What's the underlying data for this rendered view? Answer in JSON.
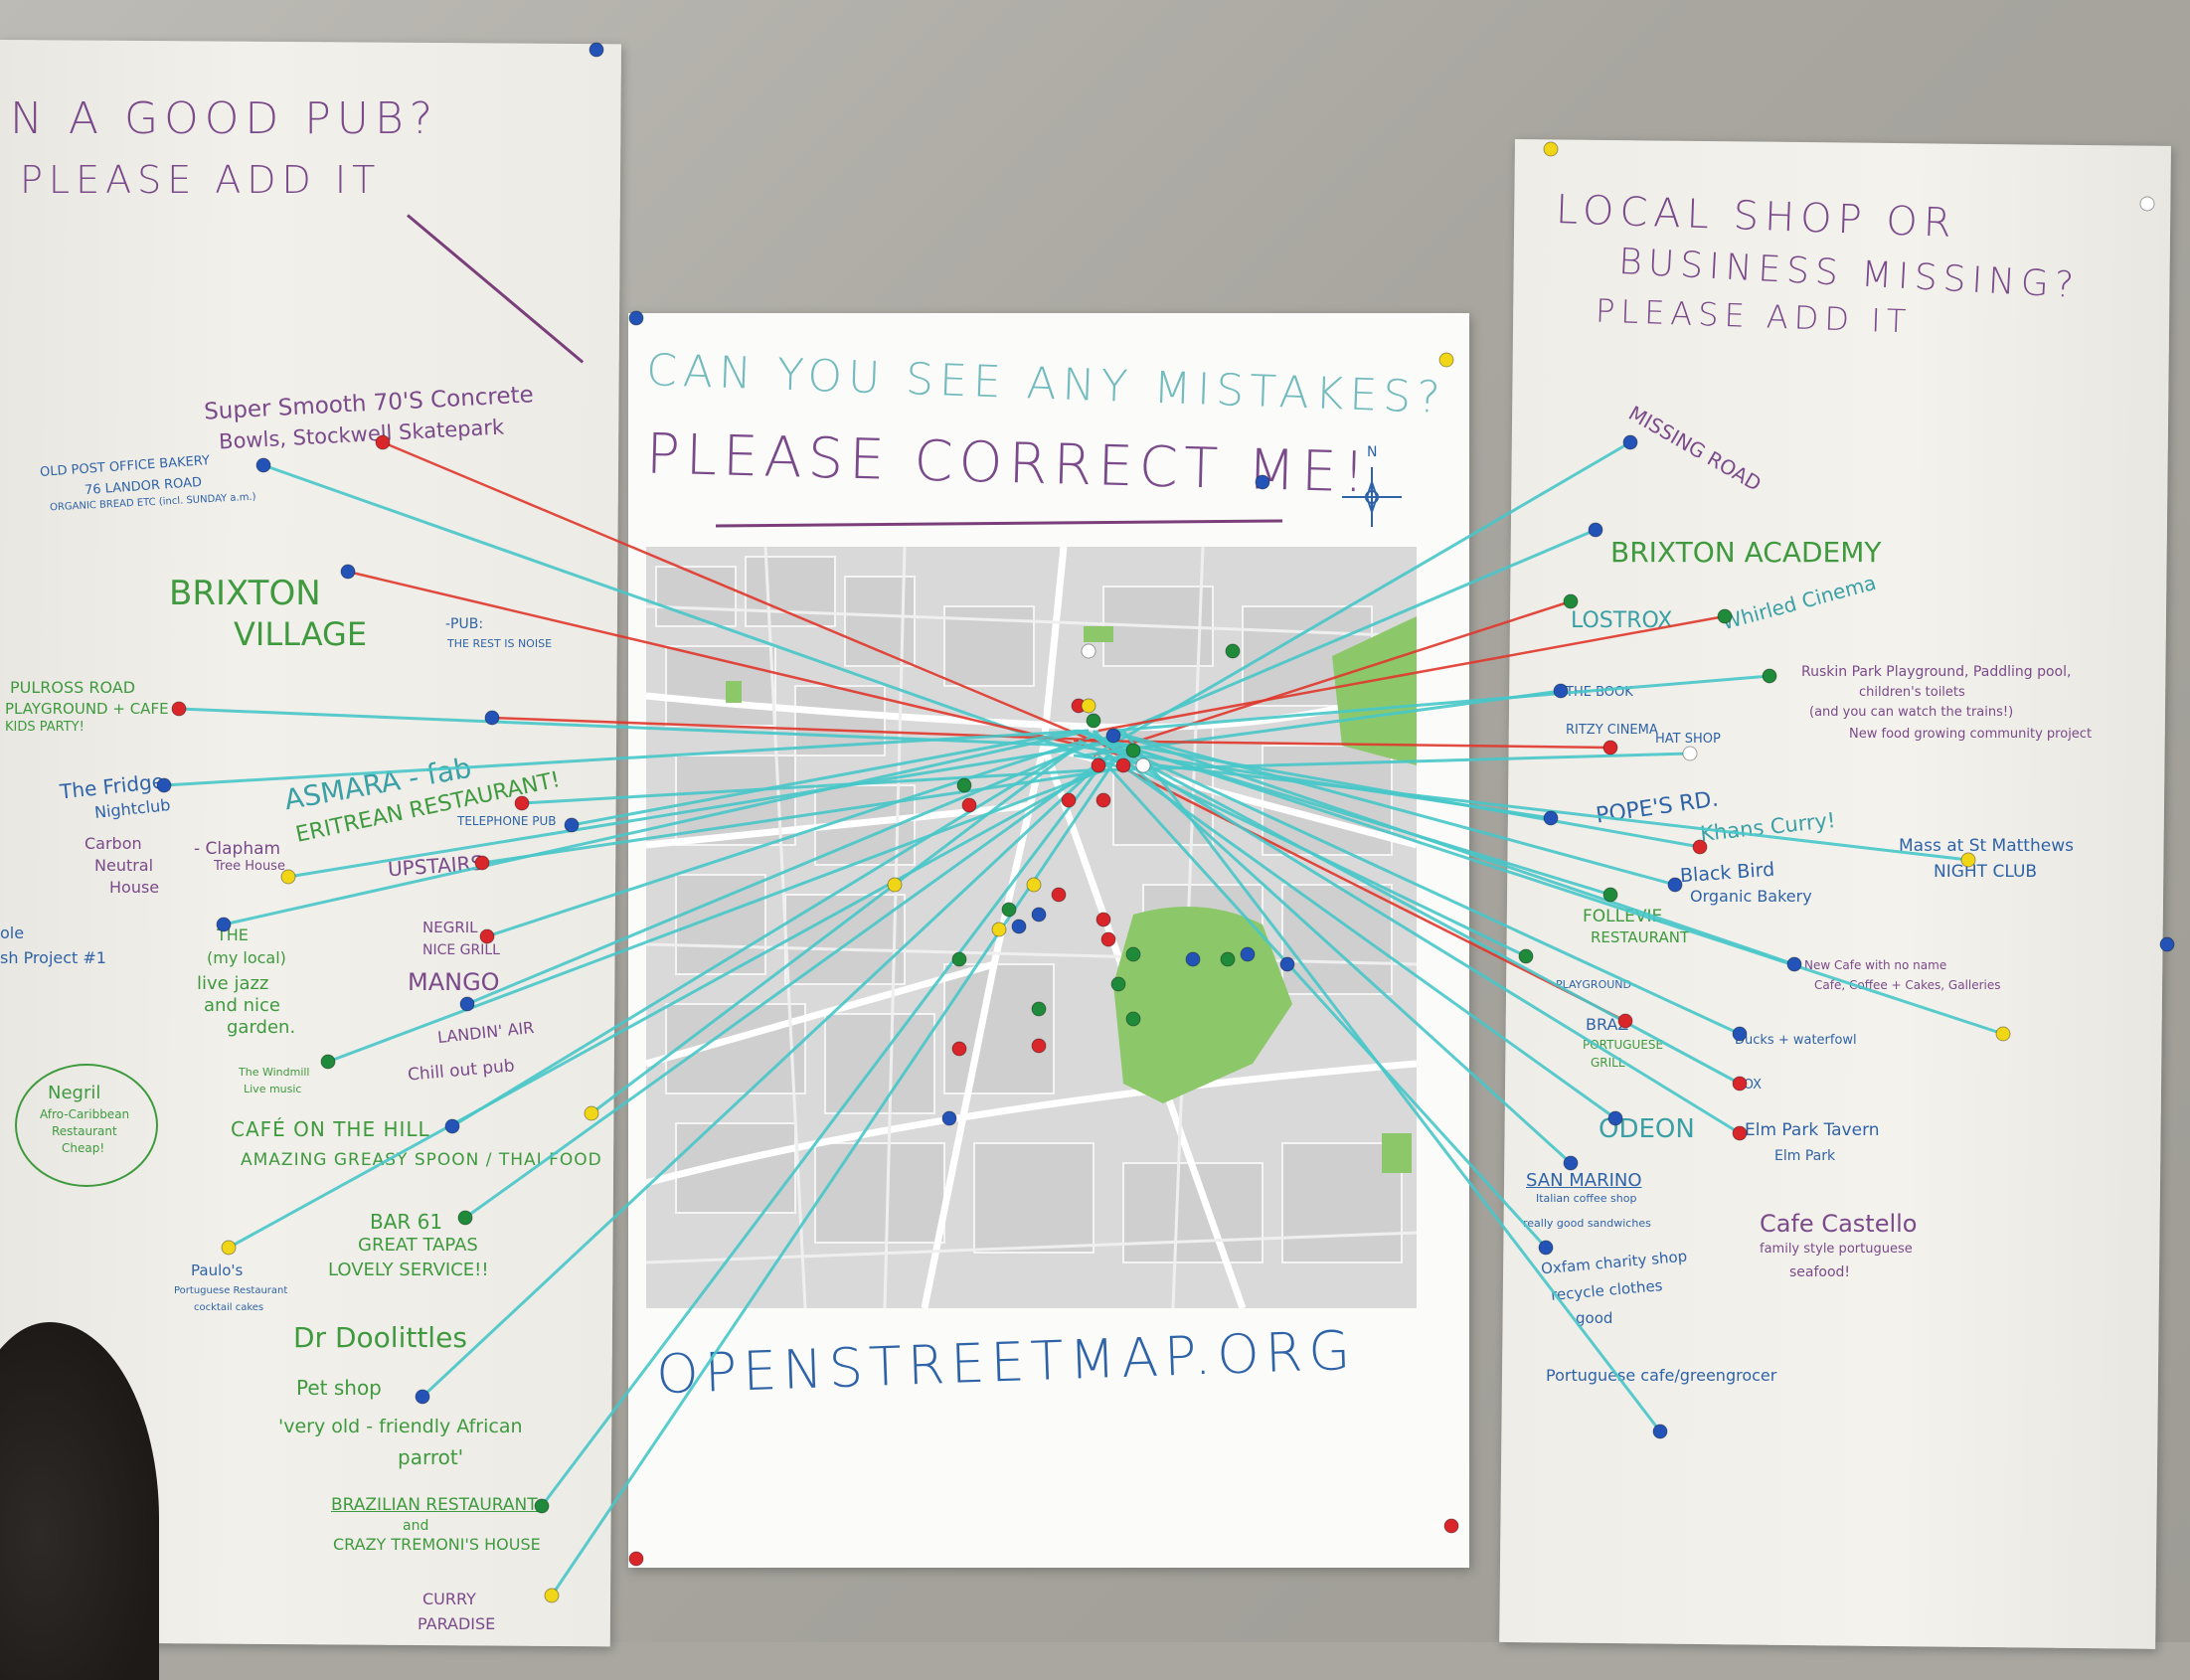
{
  "left_sheet": {
    "header_line1": "N A GOOD PUB?",
    "header_line2": "PLEASE ADD IT",
    "notes": [
      "Super Smooth 70'S Concrete",
      "Bowls, Stockwell Skatepark",
      "OLD POST OFFICE BAKERY",
      "76 LANDOR ROAD",
      "ORGANIC BREAD ETC (incl. SUNDAY a.m.)",
      "BRIXTON",
      "VILLAGE",
      "-PUB:",
      "THE REST IS NOISE",
      "PULROSS ROAD",
      "PLAYGROUND + CAFE",
      "KIDS PARTY!",
      "The Fridge",
      "Nightclub",
      "ASMARA - fab",
      "ERITREAN RESTAURANT!",
      "TELEPHONE PUB",
      "Carbon",
      "Neutral",
      "House",
      "- Clapham",
      "Tree House",
      "UPSTAIRS",
      "ole",
      "sh Project #1",
      "THE",
      "(my local)",
      "live jazz",
      "and nice",
      "garden.",
      "NEGRIL",
      "NICE GRILL",
      "MANGO",
      "LANDIN' AIR",
      "Chill out pub",
      "The Windmill",
      "Live music",
      "Negril",
      "Afro-Caribbean",
      "Restaurant",
      "Cheap!",
      "CAFÉ ON THE HILL",
      "AMAZING GREASY SPOON / THAI FOOD",
      "BAR 61",
      "GREAT TAPAS",
      "LOVELY SERVICE!!",
      "Paulo's",
      "Portuguese Restaurant",
      "cocktail cakes",
      "Dr Doolittles",
      "Pet shop",
      "'very old - friendly African",
      "parrot'",
      "BRAZILIAN RESTAURANT",
      "and",
      "CRAZY TREMONI'S HOUSE",
      "CURRY",
      "PARADISE"
    ]
  },
  "poster": {
    "title_line1": "CAN YOU SEE ANY MISTAKES?",
    "title_line2": "PLEASE CORRECT ME!",
    "compass_label": "N",
    "footer": "OPENSTREETMAP.ORG"
  },
  "right_sheet": {
    "header_line1": "LOCAL SHOP OR",
    "header_line2": "BUSINESS MISSING?",
    "header_line3": "PLEASE ADD IT",
    "notes": [
      "MISSING ROAD",
      "BRIXTON ACADEMY",
      "Whirled Cinema",
      "LOSTROX",
      "Ruskin Park Playground, Paddling pool,",
      "children's toilets",
      "(and you can watch the trains!)",
      "New food growing community project",
      "THE BOOK",
      "RITZY CINEMA",
      "HAT SHOP",
      "POPE'S RD.",
      "Khans Curry!",
      "Mass at St Matthews",
      "NIGHT CLUB",
      "Black Bird",
      "Organic Bakery",
      "FOLLEVIE",
      "RESTAURANT",
      "PLAYGROUND",
      "New Cafe with no name",
      "Cafe, Coffee + Cakes, Galleries",
      "BRAZ",
      "PORTUGUESE",
      "GRILL",
      "Ducks + waterfowl",
      "BOX",
      "ODEON",
      "Elm Park Tavern",
      "Elm Park",
      "SAN MARINO",
      "Italian coffee shop",
      "really good sandwiches",
      "Cafe Castello",
      "family style portuguese",
      "seafood!",
      "Oxfam charity shop",
      "recycle clothes",
      "good",
      "Portuguese cafe/greengrocer"
    ]
  },
  "colors": {
    "string_cyan": "#48c7c9",
    "string_red": "#e0382c",
    "pin_red": "#d8262a",
    "pin_green": "#1f8a3a",
    "pin_blue": "#2453b8",
    "pin_yellow": "#f0d616",
    "map_grey": "#dcdcdc",
    "park_green": "#8cc86a"
  }
}
